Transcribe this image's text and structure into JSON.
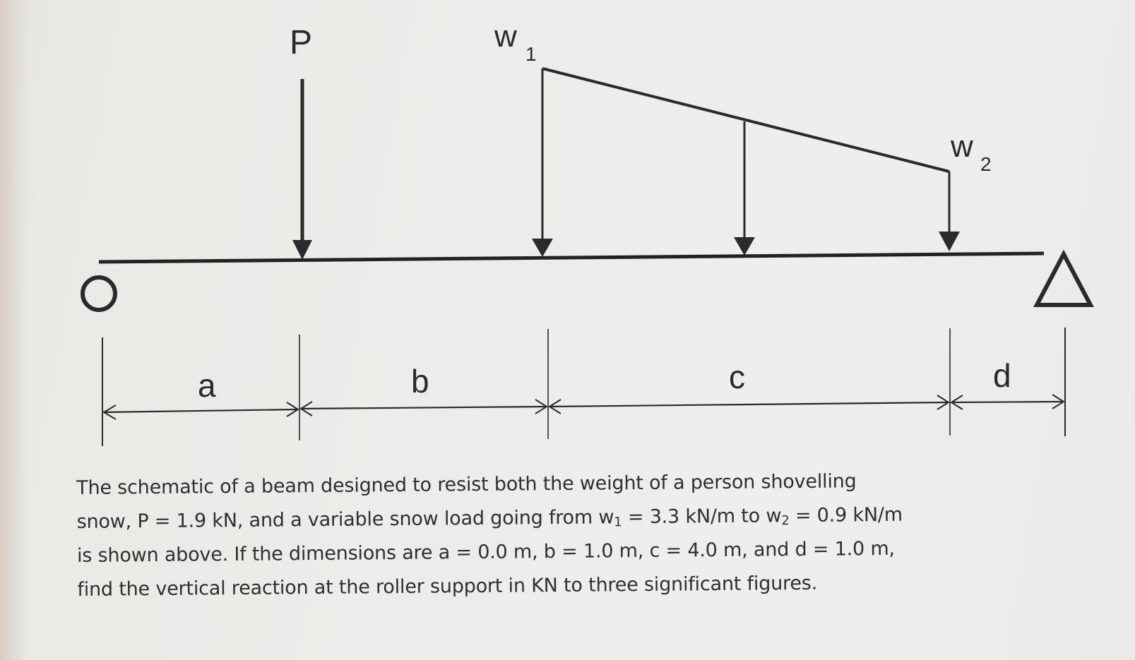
{
  "diagram": {
    "labels": {
      "point_load": "P",
      "w1_base": "w",
      "w1_sub": "1",
      "w2_base": "w",
      "w2_sub": "2",
      "dim_a": "a",
      "dim_b": "b",
      "dim_c": "c",
      "dim_d": "d"
    },
    "supports": {
      "left": "roller",
      "right": "pin"
    }
  },
  "question": {
    "part1": "The schematic of a beam designed to resist both the weight of a person shovelling snow, P = 1.9 kN, and a variable snow load going from w",
    "sub1": "1",
    "part2": " = 3.3 kN/m to w",
    "sub2": "2",
    "part3": " = 0.9 kN/m is shown above. If the dimensions are a = 0.0 m, b = 1.0 m, c = 4.0 m, and d = 1.0 m, find the vertical reaction at the roller support in KN to three significant figures."
  },
  "colors": {
    "ink": "#2a2a2e",
    "background": "#ececea"
  }
}
